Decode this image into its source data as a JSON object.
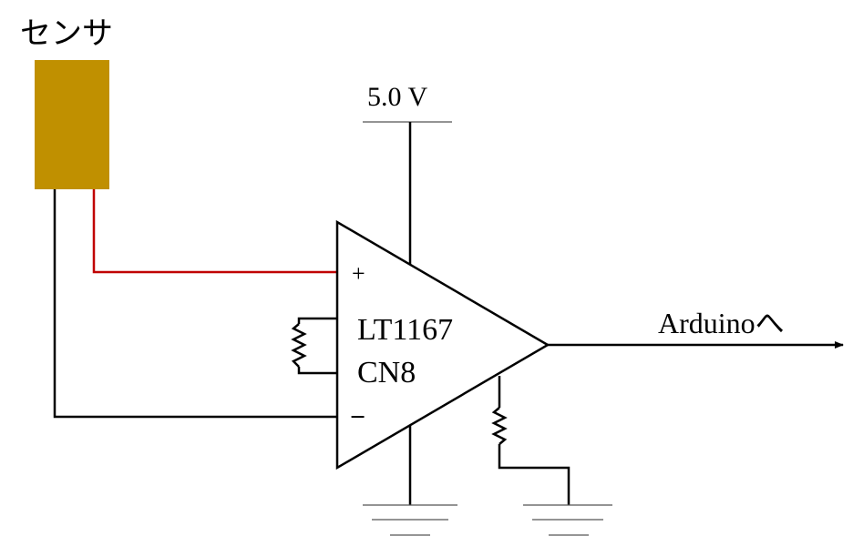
{
  "labels": {
    "sensor": "センサ",
    "supply": "5.0 V",
    "chip_line1": "LT1167",
    "chip_line2": "CN8",
    "plus": "+",
    "minus": "−",
    "output": "Arduinoへ"
  },
  "colors": {
    "sensor_body": "#c09000",
    "positive_wire": "#c00000",
    "wire": "#000000"
  }
}
